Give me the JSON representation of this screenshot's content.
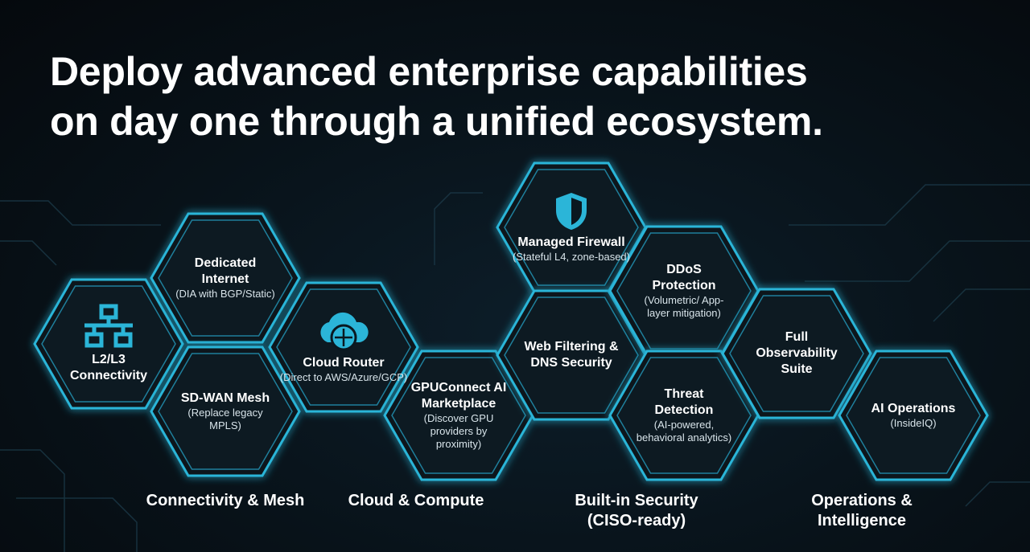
{
  "title": {
    "line1": "Deploy advanced enterprise capabilities",
    "line2": "on day one through a unified ecosystem."
  },
  "accent": "#2bb5d8",
  "hexes": [
    {
      "id": "l2l3",
      "title": "L2/L3 Connectivity",
      "subtitle": "",
      "icon": "network-topology-icon"
    },
    {
      "id": "dia",
      "title": "Dedicated Internet",
      "subtitle": "(DIA with BGP/Static)"
    },
    {
      "id": "sdwan",
      "title": "SD-WAN Mesh",
      "subtitle": "(Replace legacy MPLS)"
    },
    {
      "id": "cloudrouter",
      "title": "Cloud Router",
      "subtitle": "(Direct to AWS/Azure/GCP)",
      "icon": "cloud-router-icon"
    },
    {
      "id": "gpu",
      "title": "GPUConnect AI Marketplace",
      "subtitle": "(Discover GPU providers by proximity)"
    },
    {
      "id": "firewall",
      "title": "Managed Firewall",
      "subtitle": "(Stateful L4, zone-based)",
      "icon": "shield-icon"
    },
    {
      "id": "web",
      "title": "Web Filtering & DNS Security",
      "subtitle": ""
    },
    {
      "id": "ddos",
      "title": "DDoS Protection",
      "subtitle": "(Volumetric/ App-layer mitigation)"
    },
    {
      "id": "threat",
      "title": "Threat Detection",
      "subtitle": "(AI-powered, behavioral analytics)"
    },
    {
      "id": "obs",
      "title": "Full Observability Suite",
      "subtitle": ""
    },
    {
      "id": "aiops",
      "title": "AI Operations",
      "subtitle": "(InsideIQ)"
    }
  ],
  "categories": [
    "Connectivity & Mesh",
    "Cloud & Compute",
    "Built-in Security (CISO-ready)",
    "Operations & Intelligence"
  ]
}
